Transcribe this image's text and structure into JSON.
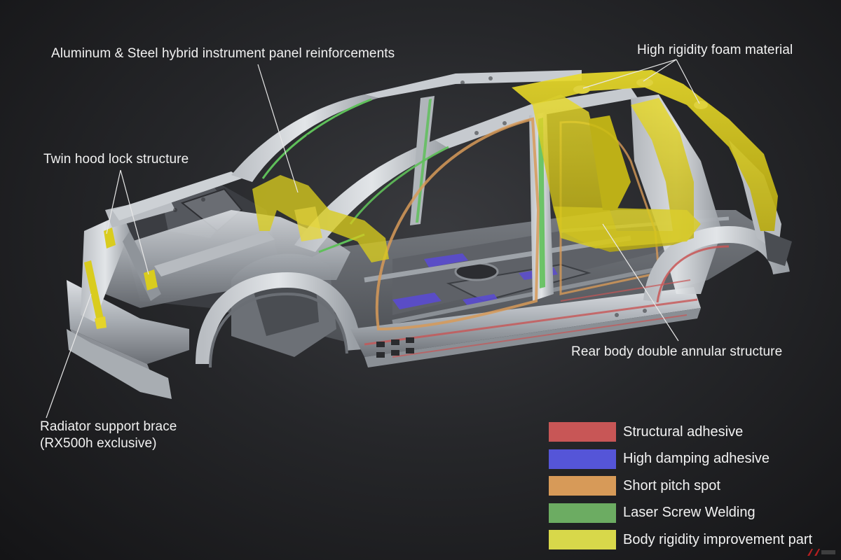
{
  "callouts": [
    {
      "id": "instrument-panel",
      "lines": [
        "Aluminum & Steel hybrid instrument panel reinforcements"
      ]
    },
    {
      "id": "hood-lock",
      "lines": [
        "Twin hood lock structure"
      ]
    },
    {
      "id": "foam",
      "lines": [
        "High rigidity foam material"
      ]
    },
    {
      "id": "rear-annular",
      "lines": [
        "Rear body double annular structure"
      ]
    },
    {
      "id": "radiator-brace",
      "lines": [
        "Radiator support brace",
        "(RX500h exclusive)"
      ]
    }
  ],
  "legend": [
    {
      "label": "Structural adhesive",
      "color": "#c85656"
    },
    {
      "label": "High damping adhesive",
      "color": "#5555d8"
    },
    {
      "label": "Short pitch spot",
      "color": "#d79a58"
    },
    {
      "label": "Laser Screw Welding",
      "color": "#6cac62"
    },
    {
      "label": "Body rigidity improvement part",
      "color": "#d8d84a"
    }
  ],
  "colors": {
    "background": "#1c1c1f",
    "steel_light": "#c9cdd2",
    "steel_mid": "#8d9298",
    "steel_dark": "#4a4d52",
    "rigidity_yellow": "#d9cc1e",
    "adhesive_red": "#c85656",
    "damping_blue": "#5a4bd0",
    "spot_orange": "#d79a58",
    "laser_green": "#5fc05a"
  }
}
